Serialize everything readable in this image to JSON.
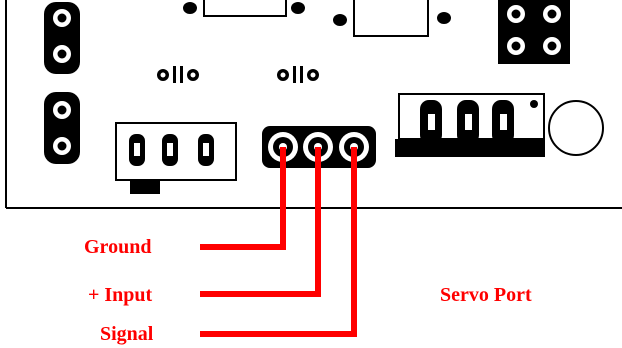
{
  "labels": {
    "ground": "Ground",
    "input": "+ Input",
    "signal": "Signal",
    "servo_port": "Servo Port"
  },
  "colors": {
    "wire": "#ff0000",
    "label": "#ff0000",
    "ink": "#000000",
    "background": "#ffffff"
  }
}
